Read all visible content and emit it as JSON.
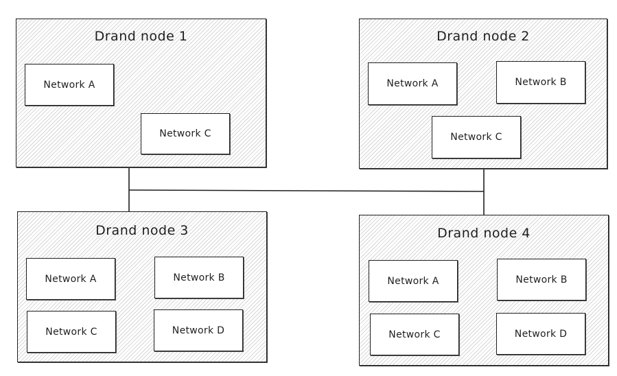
{
  "nodes": [
    {
      "title": "Drand node 1",
      "networks": [
        "Network A",
        "Network C"
      ]
    },
    {
      "title": "Drand node 2",
      "networks": [
        "Network A",
        "Network B",
        "Network C"
      ]
    },
    {
      "title": "Drand node 3",
      "networks": [
        "Network A",
        "Network B",
        "Network C",
        "Network D"
      ]
    },
    {
      "title": "Drand node 4",
      "networks": [
        "Network A",
        "Network B",
        "Network C",
        "Network D"
      ]
    }
  ]
}
